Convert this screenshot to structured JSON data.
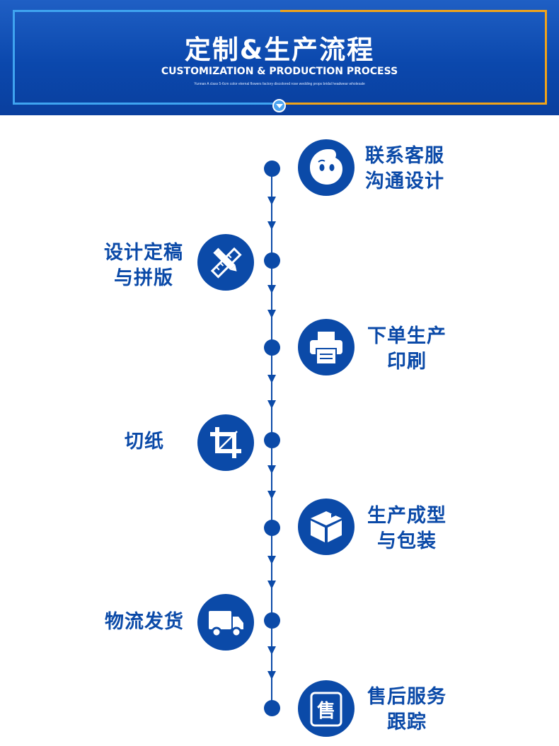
{
  "header": {
    "title": "定制&生产流程",
    "subtitle": "CUSTOMIZATION & PRODUCTION PROCESS",
    "note": "Yunnan A class 5-6cm color eternal flowers factory discolored rose wedding props bridal headwear wholesale"
  },
  "colors": {
    "primary": "#0b4aa8",
    "header_blue": "#0b48ad",
    "frame_left": "#3fa4f0",
    "frame_right": "#f0a319"
  },
  "steps": [
    {
      "line1": "联系客服",
      "line2": "沟通设计",
      "icon": "chat-face-icon"
    },
    {
      "line1": "设计定稿",
      "line2": "与拼版",
      "icon": "ruler-pencil-icon"
    },
    {
      "line1": "下单生产",
      "line2": "印刷",
      "icon": "printer-icon"
    },
    {
      "line1": "切纸",
      "line2": "",
      "icon": "crop-icon"
    },
    {
      "line1": "生产成型",
      "line2": "与包装",
      "icon": "box-icon"
    },
    {
      "line1": "物流发货",
      "line2": "",
      "icon": "truck-icon"
    },
    {
      "line1": "售后服务",
      "line2": "跟踪",
      "icon": "after-sales-icon",
      "icon_glyph": "售"
    }
  ]
}
